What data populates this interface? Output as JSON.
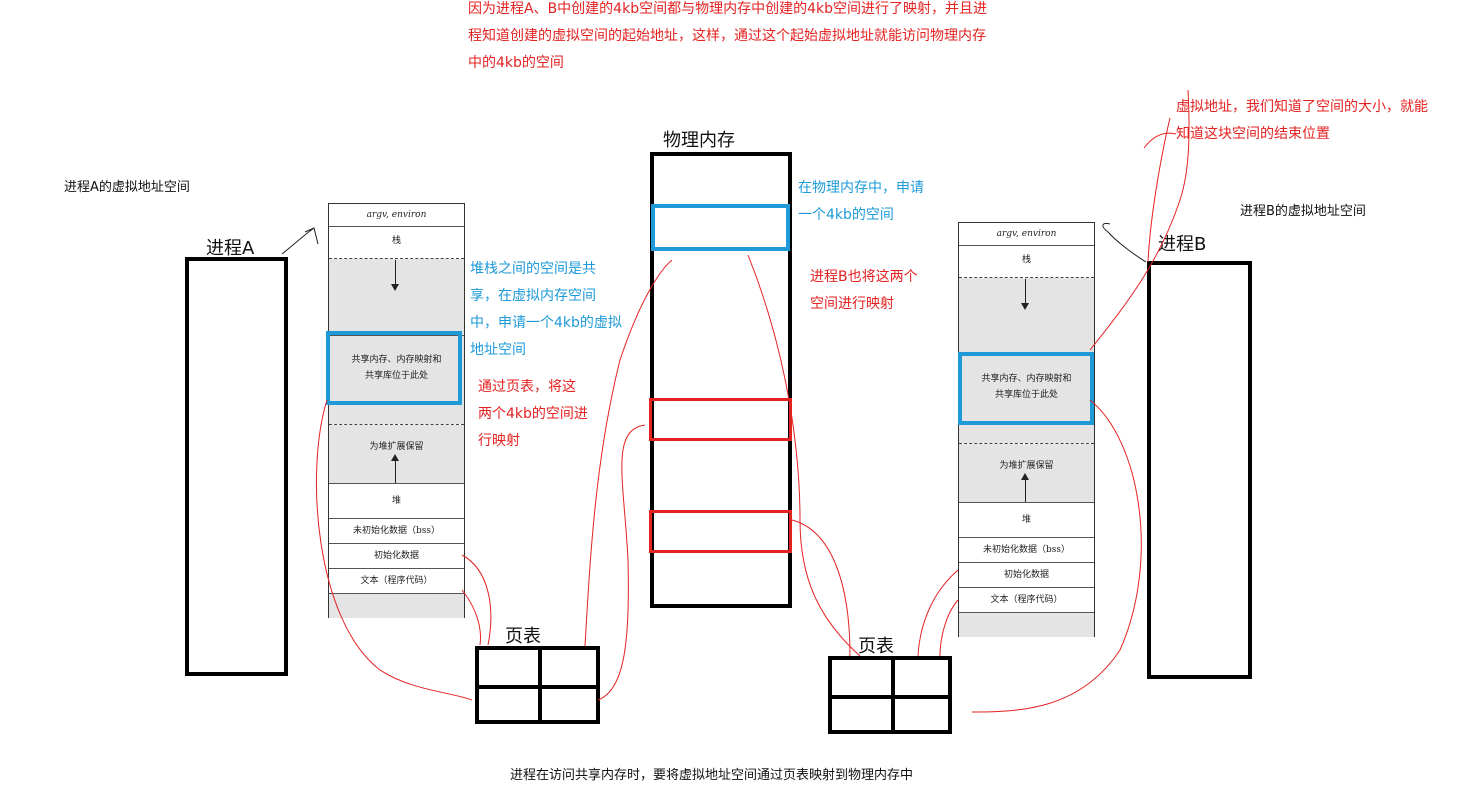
{
  "annotations": {
    "top_note_lines": [
      "因为进程A、B中创建的4kb空间都与物理内存中创建的4kb空间进行了映射，并且进",
      "程知道创建的虚拟空间的起始地址，这样，通过这个起始虚拟地址就能访问物理内存",
      "中的4kb的空间"
    ],
    "right_note_lines": [
      "虚拟地址，我们知道了空间的大小，就能",
      "知道这块空间的结束位置"
    ],
    "phys_apply_lines": [
      "在物理内存中，申请",
      "一个4kb的空间"
    ],
    "procB_map_lines": [
      "进程B也将这两个",
      "空间进行映射"
    ],
    "heap_stack_lines": [
      "堆栈之间的空间是共",
      "享，在虚拟内存空间",
      "中，申请一个4kb的虚拟",
      "地址空间"
    ],
    "pagetable_map_lines": [
      "通过页表，将这",
      "两个4kb的空间进",
      "行映射"
    ],
    "bottom_note": "进程在访问共享内存时，要将虚拟地址空间通过页表映射到物理内存中"
  },
  "labels": {
    "procA_vspace": "进程A的虚拟地址空间",
    "procB_vspace": "进程B的虚拟地址空间",
    "procA": "进程A",
    "procB": "进程B",
    "phys_mem": "物理内存",
    "pagetable_left": "页表",
    "pagetable_right": "页表"
  },
  "memory_layout": {
    "argv": "argv, environ",
    "stack": "栈",
    "shared_line1": "共享内存、内存映射和",
    "shared_line2": "共享库位于此处",
    "heap_reserve": "为堆扩展保留",
    "heap": "堆",
    "bss": "未初始化数据（bss）",
    "data": "初始化数据",
    "text": "文本（程序代码）"
  },
  "colors": {
    "red": "#e52222",
    "blue": "#1e9ad9",
    "black": "#000000"
  }
}
